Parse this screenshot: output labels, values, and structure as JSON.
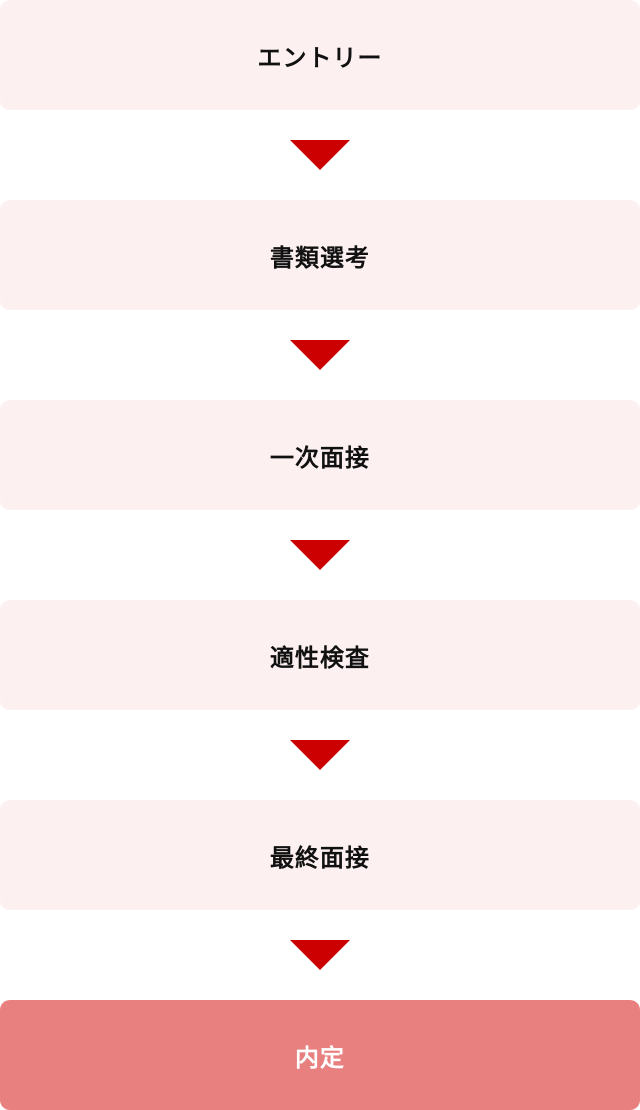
{
  "flow": {
    "steps": [
      {
        "label": "エントリー"
      },
      {
        "label": "書類選考"
      },
      {
        "label": "一次面接"
      },
      {
        "label": "適性検査"
      },
      {
        "label": "最終面接"
      },
      {
        "label": "内定"
      }
    ]
  },
  "colors": {
    "step_background": "#fcf1f0",
    "final_background": "#e88080",
    "arrow": "#cc0000",
    "text": "#111111",
    "final_text": "#ffffff"
  },
  "icons": {
    "connector": "triangle-down-icon"
  }
}
